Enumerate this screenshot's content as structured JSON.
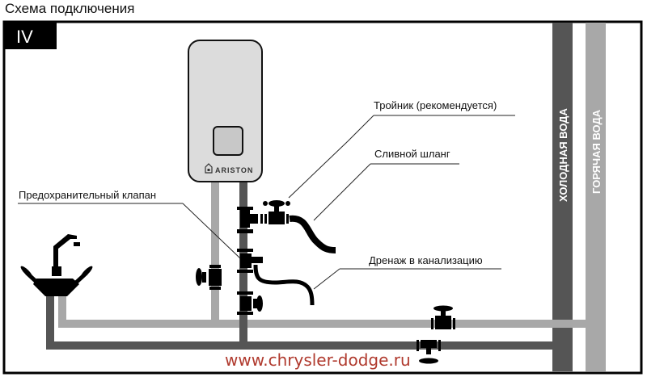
{
  "header": {
    "title": "Схема подключения"
  },
  "diagram": {
    "scheme_number": "IV",
    "heater": {
      "brand": "ARISTON"
    },
    "labels": {
      "tee": "Тройник (рекомендуется)",
      "drain_hose": "Сливной шланг",
      "safety_valve": "Предохранительный клапан",
      "sewer_drain": "Дренаж в канализацию",
      "cold_water": "ХОЛОДНАЯ ВОДА",
      "hot_water": "ГОРЯЧАЯ ВОДА"
    },
    "colors": {
      "cold_pipe": "#555555",
      "hot_pipe": "#a8a8a8",
      "fittings": "#000000",
      "heater_body": "#dcdcdc",
      "watermark": "#b03a2e"
    },
    "watermark": "www.chrysler-dodge.ru"
  }
}
